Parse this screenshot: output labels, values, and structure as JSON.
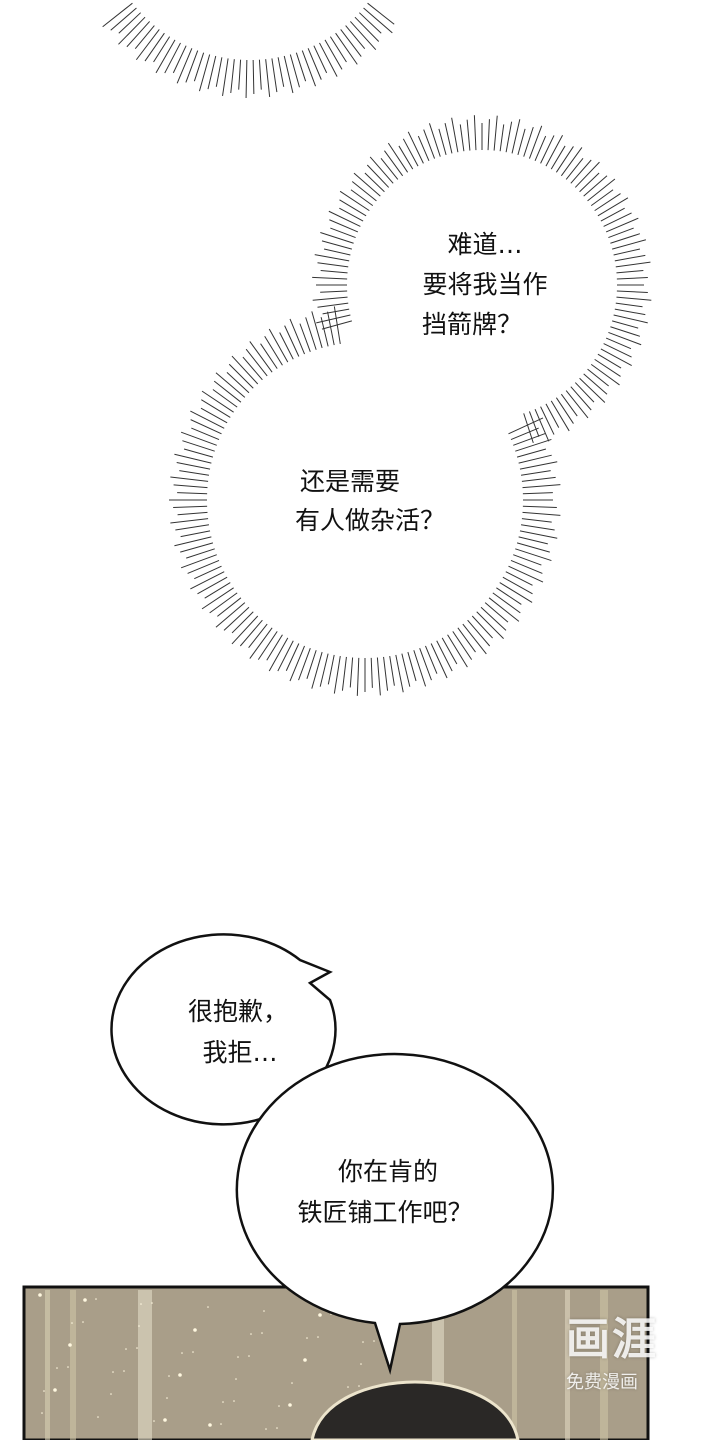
{
  "thought_bubbles": [
    {
      "lines": [
        "难道…",
        "要将我当作",
        "挡箭牌？"
      ]
    },
    {
      "lines": [
        "还是需要",
        "有人做杂活？"
      ]
    }
  ],
  "speech_bubbles": [
    {
      "lines": [
        "很抱歉，",
        "我拒…"
      ]
    },
    {
      "lines": [
        "你在肯的",
        "铁匠铺工作吧？"
      ]
    }
  ],
  "watermark": {
    "logo": "画涯",
    "caption": "免费漫画"
  },
  "colors": {
    "panel_bg": "#a99e89",
    "hair": "#2a2826",
    "ink": "#111111"
  }
}
